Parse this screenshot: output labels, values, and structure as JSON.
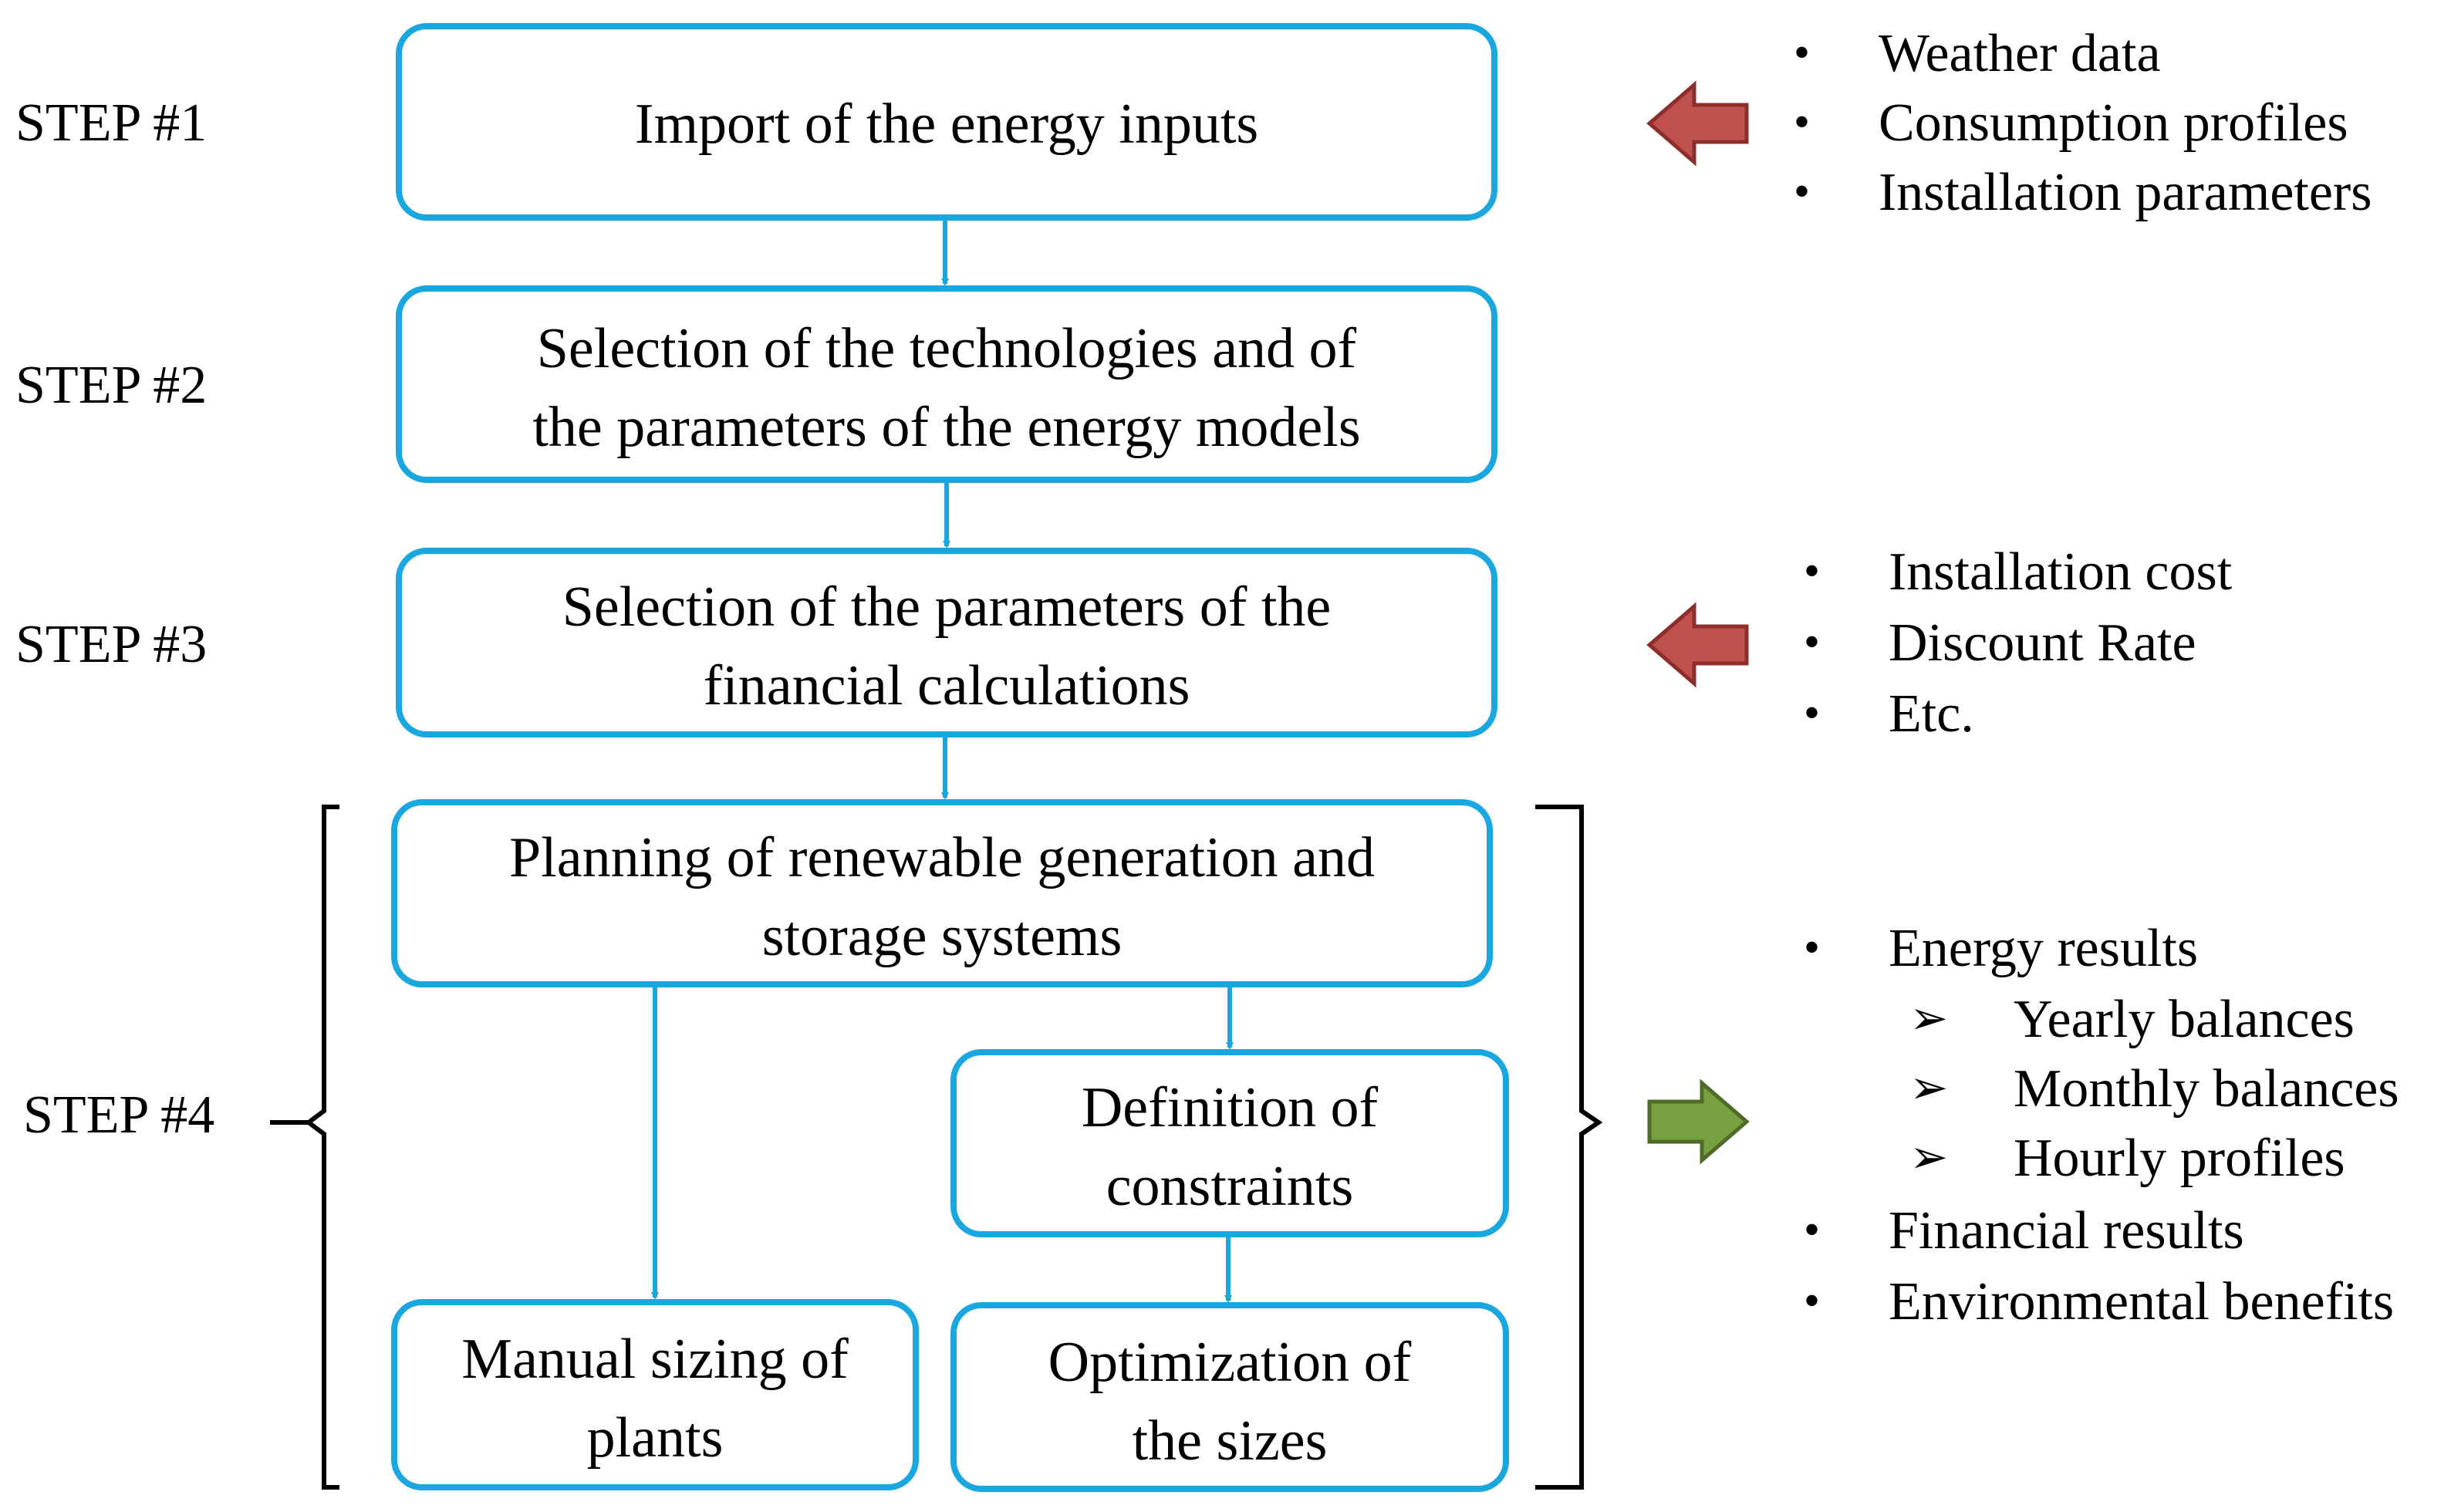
{
  "steps": [
    "STEP #1",
    "STEP #2",
    "STEP #3",
    "STEP #4"
  ],
  "boxes": {
    "import": [
      "Import of the energy inputs"
    ],
    "selection_tech": [
      "Selection of the technologies and of",
      "the parameters of the energy models"
    ],
    "selection_fin": [
      "Selection of the parameters of the",
      "financial calculations"
    ],
    "planning": [
      "Planning of renewable generation and",
      "storage systems"
    ],
    "constraints": [
      "Definition of",
      "constraints"
    ],
    "manual": [
      "Manual sizing of",
      "plants"
    ],
    "optimization": [
      "Optimization of",
      "the sizes"
    ]
  },
  "inputs_step1": [
    "Weather data",
    "Consumption profiles",
    "Installation parameters"
  ],
  "inputs_step3": [
    "Installation cost",
    "Discount Rate",
    "Etc."
  ],
  "outputs_step4": {
    "energy": "Energy results",
    "energy_sub": [
      "Yearly balances",
      "Monthly balances",
      "Hourly profiles"
    ],
    "financial": "Financial results",
    "environmental": "Environmental benefits"
  },
  "symbols": {
    "bullet": "•",
    "sub_bullet": "➢"
  },
  "colors": {
    "box_border": "#1aa7e0",
    "connector": "#1aa7e0",
    "input_arrow": "#c0504d",
    "input_arrow_border": "#8c2f2c",
    "output_arrow": "#77a040",
    "output_arrow_border": "#4f6b28",
    "text": "#000000"
  }
}
